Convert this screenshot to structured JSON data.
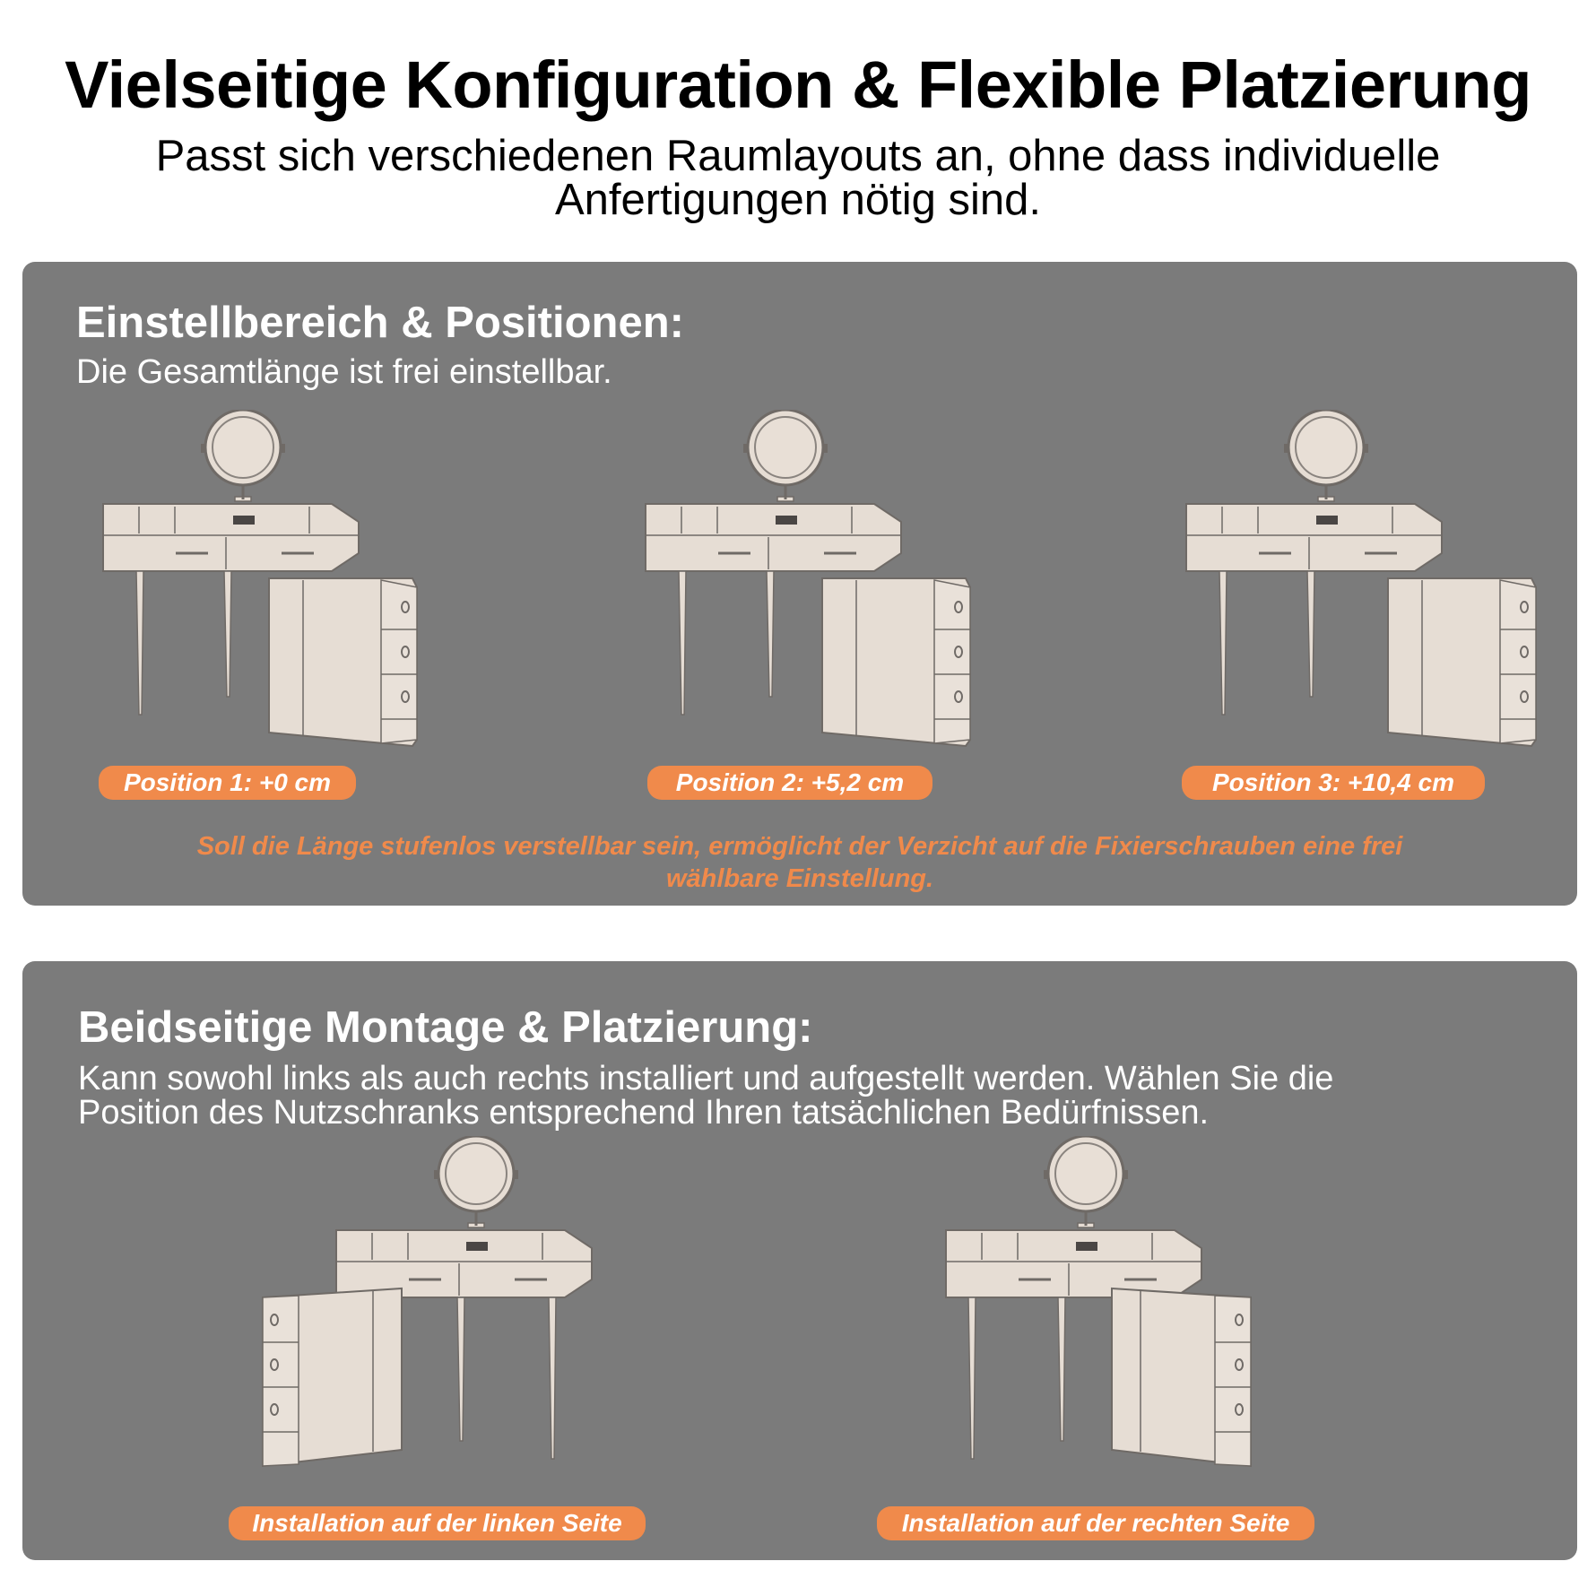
{
  "header": {
    "title": "Vielseitige Konfiguration & Flexible Platzierung",
    "subtitle_line1": "Passt sich verschiedenen Raumlayouts an, ohne dass individuelle",
    "subtitle_line2": "Anfertigungen nötig sind."
  },
  "section_adjust": {
    "title": "Einstellbereich & Positionen:",
    "text": "Die Gesamtlänge ist frei einstellbar.",
    "positions": [
      {
        "label": "Position 1: +0 cm",
        "offset_cm": 0
      },
      {
        "label": "Position 2: +5,2 cm",
        "offset_cm": 5.2
      },
      {
        "label": "Position 3: +10,4 cm",
        "offset_cm": 10.4
      }
    ],
    "note_line1": "Soll die Länge stufenlos verstellbar sein, ermöglicht der Verzicht auf die Fixierschrauben eine frei",
    "note_line2": "wählbare Einstellung."
  },
  "section_mount": {
    "title": "Beidseitige Montage & Platzierung:",
    "text_line1": "Kann sowohl links als auch rechts installiert und aufgestellt werden. Wählen Sie die",
    "text_line2": "Position des Nutzschranks entsprechend Ihren tatsächlichen Bedürfnissen.",
    "options": [
      {
        "label": "Installation auf der linken Seite"
      },
      {
        "label": "Installation auf der rechten Seite"
      }
    ]
  },
  "colors": {
    "panel": "#7b7b7b",
    "accent": "#f08a4b",
    "furniture": "#e6ddd4",
    "furniture_line": "#6f6a66"
  }
}
